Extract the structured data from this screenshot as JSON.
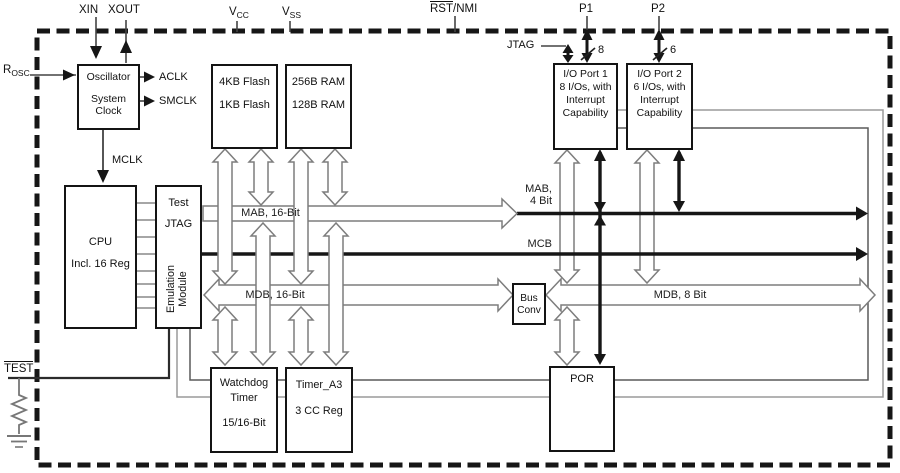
{
  "pins": {
    "xin": "XIN",
    "xout": "XOUT",
    "vcc_main": "V",
    "vcc_sub": "CC",
    "vss_main": "V",
    "vss_sub": "SS",
    "rst_main": "RST",
    "rst_rest": "/NMI",
    "p1": "P1",
    "p2": "P2",
    "p1_width": "8",
    "p2_width": "6",
    "jtag": "JTAG",
    "rosc_main": "R",
    "rosc_sub": "OSC",
    "test": "TEST"
  },
  "clocks": {
    "aclk": "ACLK",
    "smclk": "SMCLK",
    "mclk": "MCLK"
  },
  "buses": {
    "mab16": "MAB, 16-Bit",
    "mab4_line1": "MAB,",
    "mab4_line2": "4 Bit",
    "mcb": "MCB",
    "mdb16": "MDB, 16-Bit",
    "mdb8": "MDB, 8 Bit"
  },
  "blocks": {
    "oscillator": {
      "line1": "Oscillator",
      "line2": "System",
      "line3": "Clock"
    },
    "flash": {
      "line1": "4KB Flash",
      "line2": "1KB Flash"
    },
    "ram": {
      "line1": "256B RAM",
      "line2": "128B RAM"
    },
    "port1": {
      "line1": "I/O Port 1",
      "line2": "8 I/Os, with",
      "line3": "Interrupt",
      "line4": "Capability"
    },
    "port2": {
      "line1": "I/O Port 2",
      "line2": "6 I/Os, with",
      "line3": "Interrupt",
      "line4": "Capability"
    },
    "cpu": {
      "line1": "CPU",
      "line2": "Incl. 16 Reg"
    },
    "test_jtag": {
      "line1": "Test",
      "line2": "JTAG",
      "rot1": "Emulation",
      "rot2": "Module"
    },
    "watchdog": {
      "line1": "Watchdog",
      "line2": "Timer",
      "line3": "15/16-Bit"
    },
    "timer_a3": {
      "line1": "Timer_A3",
      "line2": "3 CC Reg"
    },
    "bus_conv": {
      "line1": "Bus",
      "line2": "Conv"
    },
    "por": {
      "line1": "POR"
    }
  },
  "colors": {
    "ink": "#1a1a1a",
    "line_gray": "#7d7d7d",
    "background": "#ffffff"
  }
}
